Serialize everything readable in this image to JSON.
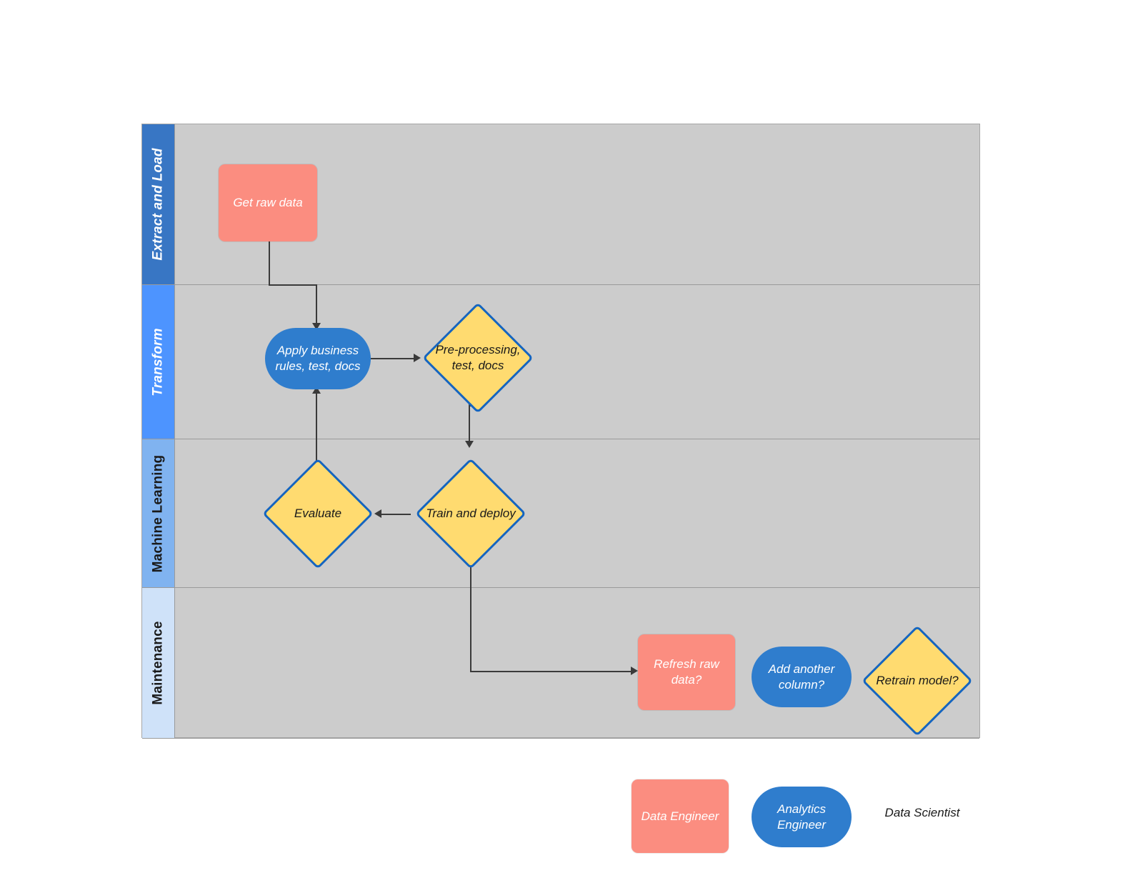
{
  "diagram": {
    "type": "swimlane-flowchart",
    "lanes": [
      {
        "id": "extract-and-load",
        "label": "Extract and Load",
        "header_color": "#3876c4",
        "header_text_color": "#ffffff"
      },
      {
        "id": "transform",
        "label": "Transform",
        "header_color": "#4d94ff",
        "header_text_color": "#ffffff"
      },
      {
        "id": "machine-learning",
        "label": "Machine Learning",
        "header_color": "#80b3f0",
        "header_text_color": "#1a1a1a"
      },
      {
        "id": "maintenance",
        "label": "Maintenance",
        "header_color": "#cfe2f9",
        "header_text_color": "#1a1a1a"
      }
    ],
    "nodes": [
      {
        "id": "get-raw-data",
        "label": "Get raw data",
        "shape": "rect",
        "lane": "extract-and-load"
      },
      {
        "id": "apply-business-rules",
        "label": "Apply business rules, test, docs",
        "shape": "stadium",
        "lane": "transform"
      },
      {
        "id": "pre-processing",
        "label": "Pre-processing, test, docs",
        "shape": "diamond",
        "lane": "transform"
      },
      {
        "id": "evaluate",
        "label": "Evaluate",
        "shape": "diamond",
        "lane": "machine-learning"
      },
      {
        "id": "train-and-deploy",
        "label": "Train and deploy",
        "shape": "diamond",
        "lane": "machine-learning"
      },
      {
        "id": "refresh-raw-data",
        "label": "Refresh raw data?",
        "shape": "rect",
        "lane": "maintenance"
      },
      {
        "id": "add-another-column",
        "label": "Add another column?",
        "shape": "stadium",
        "lane": "maintenance"
      },
      {
        "id": "retrain-model",
        "label": "Retrain model?",
        "shape": "diamond",
        "lane": "maintenance"
      }
    ]
  },
  "legend": {
    "items": [
      {
        "id": "data-engineer",
        "label": "Data Engineer",
        "shape": "rect",
        "color": "#fb8d80"
      },
      {
        "id": "analytics-engineer",
        "label": "Analytics Engineer",
        "shape": "stadium",
        "color": "#2f7dcd"
      },
      {
        "id": "data-scientist",
        "label": "Data Scientist",
        "shape": "diamond",
        "color": "#ffdb70"
      }
    ]
  },
  "colors": {
    "lane_background": "#cccccc",
    "rect_fill": "#fb8d80",
    "stadium_fill": "#2f7dcd",
    "diamond_fill": "#ffdb70",
    "diamond_border": "#1565c0",
    "connector": "#3a3a3a"
  }
}
